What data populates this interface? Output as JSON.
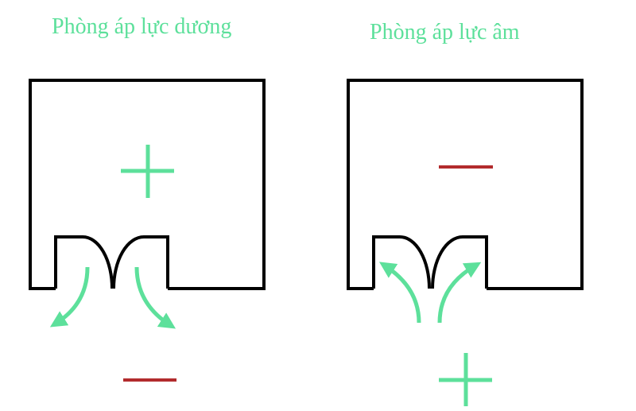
{
  "colors": {
    "accent_green": "#5de09b",
    "negative_red": "#b22b2d",
    "wall": "#000000",
    "background": "#ffffff"
  },
  "diagrams": [
    {
      "id": "positive",
      "title": "Phòng áp lực dương",
      "inside_sign": "plus-icon",
      "outside_sign": "minus-icon",
      "airflow": "outward"
    },
    {
      "id": "negative",
      "title": "Phòng áp lực âm",
      "inside_sign": "minus-icon",
      "outside_sign": "plus-icon",
      "airflow": "inward"
    }
  ]
}
